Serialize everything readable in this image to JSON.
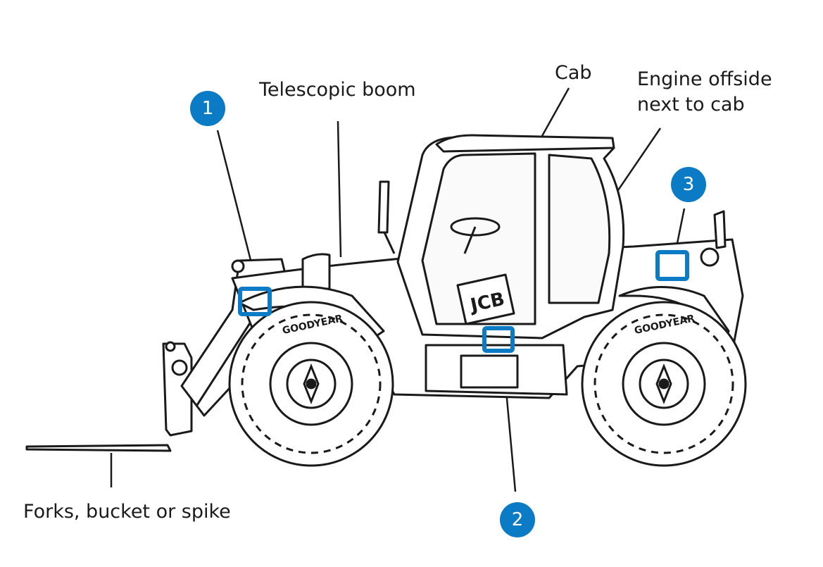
{
  "labels": {
    "boom": "Telescopic boom",
    "cab": "Cab",
    "engine_line1": "Engine offside",
    "engine_line2": "next to cab",
    "forks": "Forks, bucket or spike"
  },
  "markers": [
    "1",
    "2",
    "3"
  ],
  "colors": {
    "accent": "#0a7bc4",
    "line": "#1a1a1a"
  },
  "tyre_brand": "GOODYEAR",
  "brand_logo": "JCB"
}
